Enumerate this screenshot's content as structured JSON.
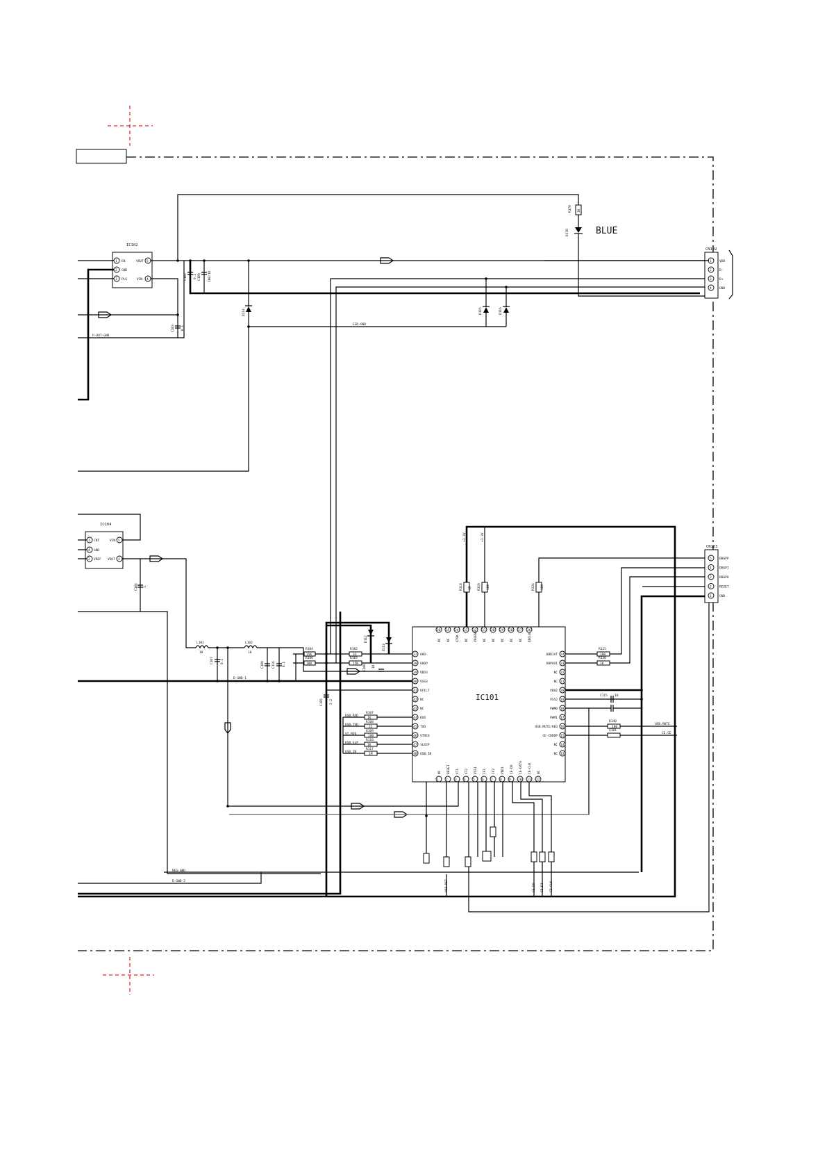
{
  "components": {
    "ic102": {
      "ref": "IC102",
      "pins": [
        {
          "num": "1",
          "name": "EN"
        },
        {
          "num": "2",
          "name": "GND"
        },
        {
          "num": "3",
          "name": "PLG"
        },
        {
          "num": "5",
          "name": "VOUT"
        },
        {
          "num": "4",
          "name": "VIN"
        }
      ]
    },
    "ic104": {
      "ref": "IC104",
      "pins": [
        {
          "num": "1",
          "name": "CNT"
        },
        {
          "num": "4",
          "name": "GND"
        },
        {
          "num": "2",
          "name": "VREF"
        },
        {
          "num": "5",
          "name": "VIN"
        },
        {
          "num": "4",
          "name": "VOUT"
        }
      ]
    },
    "ic101": {
      "ref": "IC101",
      "top_pins": [
        {
          "num": "36",
          "name": "NC"
        },
        {
          "num": "35",
          "name": "NC"
        },
        {
          "num": "34",
          "name": "XTOK"
        },
        {
          "num": "33",
          "name": "NC"
        },
        {
          "num": "32",
          "name": "VOLENA"
        },
        {
          "num": "31",
          "name": "NC"
        },
        {
          "num": "30",
          "name": "NC"
        },
        {
          "num": "29",
          "name": "NC"
        },
        {
          "num": "28",
          "name": "NC"
        },
        {
          "num": "27",
          "name": "NC"
        },
        {
          "num": "26",
          "name": "DBCLK"
        }
      ],
      "left_pins": [
        {
          "num": "37",
          "name": "UHD-"
        },
        {
          "num": "38",
          "name": "UHDP"
        },
        {
          "num": "39",
          "name": "VDD3"
        },
        {
          "num": "40",
          "name": "VSS3"
        },
        {
          "num": "41",
          "name": "UFILT"
        },
        {
          "num": "42",
          "name": "NC"
        },
        {
          "num": "43",
          "name": "NC"
        },
        {
          "num": "44",
          "name": "RXD"
        },
        {
          "num": "45",
          "name": "TXD"
        },
        {
          "num": "46",
          "name": "STREQ"
        },
        {
          "num": "47",
          "name": "SLEEP"
        },
        {
          "num": "48",
          "name": "USB.IN"
        }
      ],
      "right_pins": [
        {
          "num": "24",
          "name": "DBDIAT"
        },
        {
          "num": "23",
          "name": "DBPOOI"
        },
        {
          "num": "22",
          "name": "NC"
        },
        {
          "num": "21",
          "name": "NC"
        },
        {
          "num": "20",
          "name": "VDD2"
        },
        {
          "num": "19",
          "name": "VSS2"
        },
        {
          "num": "18",
          "name": "PWM0"
        },
        {
          "num": "17",
          "name": "PWM1"
        },
        {
          "num": "16",
          "name": "USB.MUTE/REQ"
        },
        {
          "num": "15",
          "name": "CE-CDDDP"
        },
        {
          "num": "14",
          "name": "NC"
        },
        {
          "num": "13",
          "name": "NC"
        }
      ],
      "bottom_pins": [
        {
          "num": "1",
          "name": "NC"
        },
        {
          "num": "2",
          "name": "RESET"
        },
        {
          "num": "3",
          "name": "XT1"
        },
        {
          "num": "4",
          "name": "XT2"
        },
        {
          "num": "5",
          "name": "VSS1"
        },
        {
          "num": "6",
          "name": "IF1"
        },
        {
          "num": "7",
          "name": "IF2"
        },
        {
          "num": "8",
          "name": "VDD1"
        },
        {
          "num": "9",
          "name": "CE-DO"
        },
        {
          "num": "10",
          "name": "CE-DATA"
        },
        {
          "num": "11",
          "name": "CE-CLK"
        },
        {
          "num": "12",
          "name": "NC"
        }
      ]
    },
    "cn102": {
      "ref": "CN102",
      "pins": [
        {
          "num": "1",
          "name": "VDD"
        },
        {
          "num": "2",
          "name": "D-"
        },
        {
          "num": "3",
          "name": "D+"
        },
        {
          "num": "4",
          "name": "GND"
        }
      ]
    },
    "cn103": {
      "ref": "CN103",
      "pins": [
        {
          "num": "5",
          "name": "DBGPP"
        },
        {
          "num": "4",
          "name": "DBGPI"
        },
        {
          "num": "3",
          "name": "DBGPO"
        },
        {
          "num": "2",
          "name": "RESET"
        },
        {
          "num": "1",
          "name": "GND"
        }
      ]
    },
    "led": {
      "ref": "D170",
      "color_label": "BLUE"
    }
  },
  "passives": [
    {
      "ref": "R170",
      "value": "1K"
    },
    {
      "ref": "C102",
      "value": "0.1"
    },
    {
      "ref": "C103",
      "value": "0.1"
    },
    {
      "ref": "C104",
      "value": "1"
    },
    {
      "ref": "C105",
      "value": "2.2"
    },
    {
      "ref": "C106",
      "value": "10"
    },
    {
      "ref": "C107",
      "value": "0.1"
    },
    {
      "ref": "C108",
      "value": "0.1"
    },
    {
      "ref": "C109",
      "value": "100/10"
    },
    {
      "ref": "C115",
      "value": "10"
    },
    {
      "ref": "C116",
      "value": "0.1"
    },
    {
      "ref": "L101",
      "value": "10"
    },
    {
      "ref": "L102",
      "value": "10"
    },
    {
      "ref": "R101",
      "value": "33"
    },
    {
      "ref": "R102",
      "value": "33"
    },
    {
      "ref": "R103",
      "value": "15K"
    },
    {
      "ref": "R104",
      "value": "15K"
    },
    {
      "ref": "R106",
      "value": "100"
    },
    {
      "ref": "R107",
      "value": "1K"
    },
    {
      "ref": "R108",
      "value": "22"
    },
    {
      "ref": "R109",
      "value": "100"
    },
    {
      "ref": "R110",
      "value": "1K"
    },
    {
      "ref": "R117",
      "value": "1M"
    },
    {
      "ref": "R118",
      "value": "1M"
    },
    {
      "ref": "R119",
      "value": "100"
    },
    {
      "ref": "R124",
      "value": "100"
    },
    {
      "ref": "R125",
      "value": "100"
    },
    {
      "ref": "R130",
      "value": "1K"
    },
    {
      "ref": "R140",
      "value": "100"
    },
    {
      "ref": "D114"
    },
    {
      "ref": "D115"
    },
    {
      "ref": "D116"
    },
    {
      "ref": "D112"
    },
    {
      "ref": "D113"
    },
    {
      "ref": "X101"
    }
  ],
  "net_labels": {
    "esd_gnd": "ESD-GND",
    "p_out_gnd": "P-OUT-GND",
    "d_gnd_1": "D-GND-1",
    "reg_gnd": "REG-GND",
    "d_gnd_2": "D-GND-2",
    "usb_rxd": "USB.RXD",
    "usb_txd": "USB.TXD",
    "st_req": "ST.REQ",
    "usb_slp": "USB.SLP",
    "usb_in": "USB.IN",
    "usb_mute": "USB.MUTE",
    "ce_ce": "CE.CE",
    "usb_rst": "USB.RST",
    "ce_do": "CE.DO",
    "ce_di": "CE.DI",
    "ce_clk": "CE.CLK",
    "v33_top1": "+3.3V",
    "v33_top2": "+3.3V"
  },
  "colors": {
    "wire": "#000000",
    "grey_wire": "#777777",
    "registration_mark": "#e02020"
  }
}
